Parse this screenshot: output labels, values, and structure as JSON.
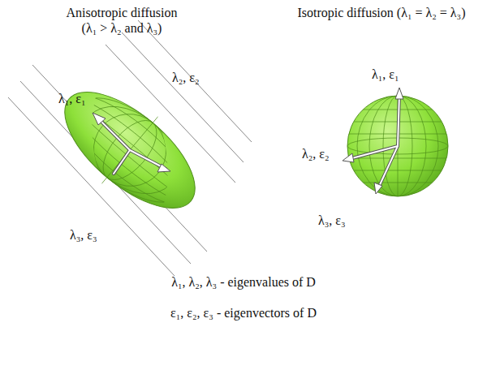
{
  "diagram": {
    "labels": [
      "Anisotropic diffusion (λ₁ > λ₂ and λ₃)",
      "Isotropic diffusion (λ₁ = λ₂ = λ₃)",
      "λ₁, ε₁",
      "λ₂, ε₂",
      "λ₃, ε₃",
      "λ₁, ε₁",
      "λ₂, ε₂",
      "λ₃, ε₃",
      "λ₁, λ₂, λ₃ - eigenvalues of D",
      "ε₁, ε₂, ε₃ - eigenvectors of D"
    ]
  }
}
